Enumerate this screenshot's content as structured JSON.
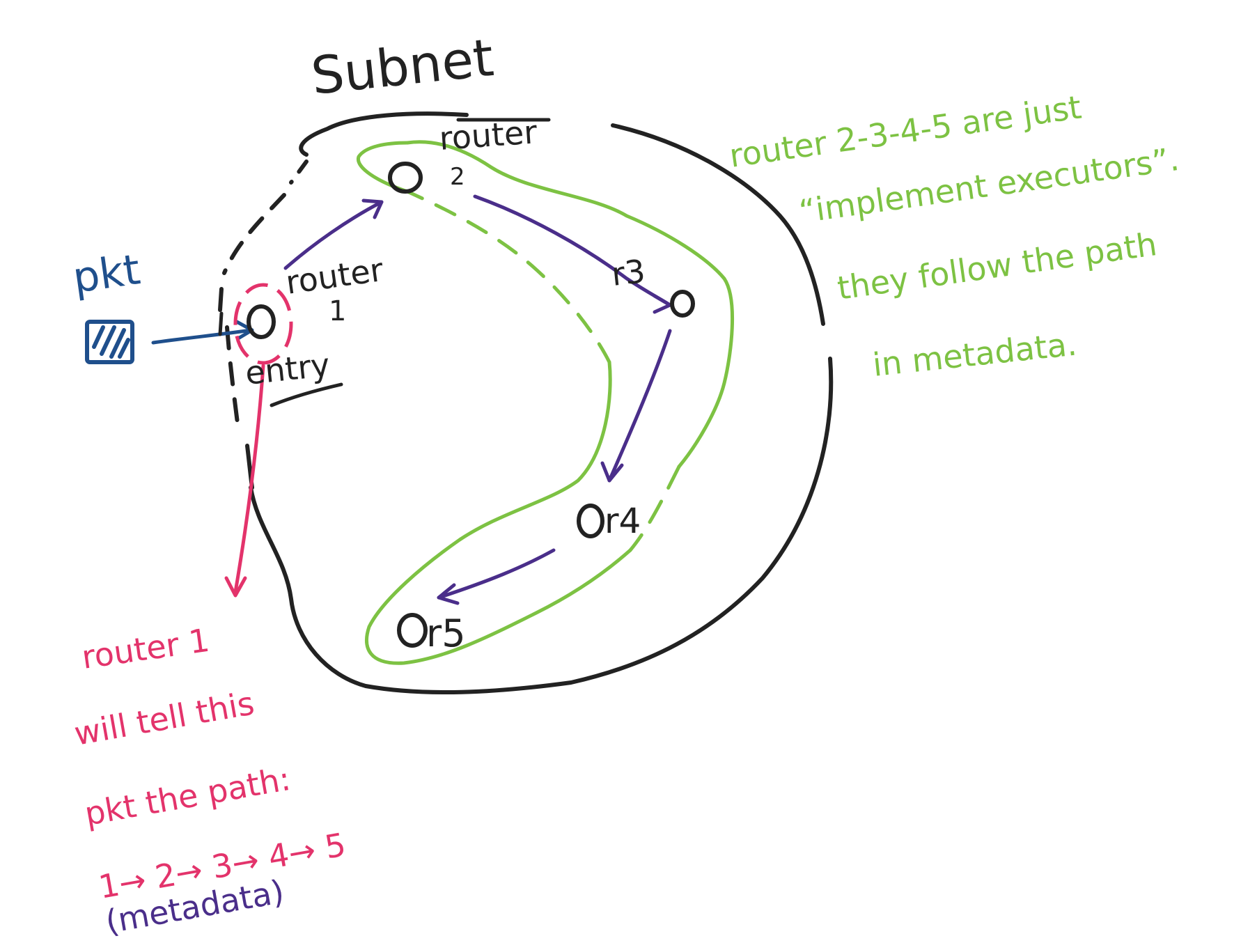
{
  "labels": {
    "subnet": "Subnet",
    "pkt": "pkt",
    "router1_name": "router",
    "router1_num": "1",
    "entry": "entry",
    "router2_name": "router",
    "router2_num": "2",
    "r3": "r3",
    "r4": "r4",
    "r5": "r5"
  },
  "notes": {
    "green": [
      "router 2-3-4-5 are just",
      "“implement executors”.",
      "they follow the path",
      "in metadata."
    ],
    "pink": [
      "router 1",
      "will tell this",
      "pkt the path:",
      "1→ 2→ 3→ 4→ 5"
    ],
    "purple": "(metadata)"
  },
  "colors": {
    "ink": "#222222",
    "green": "#7dc243",
    "pink": "#e3336b",
    "purple": "#4a2e8a",
    "blue": "#1f4f8c"
  }
}
